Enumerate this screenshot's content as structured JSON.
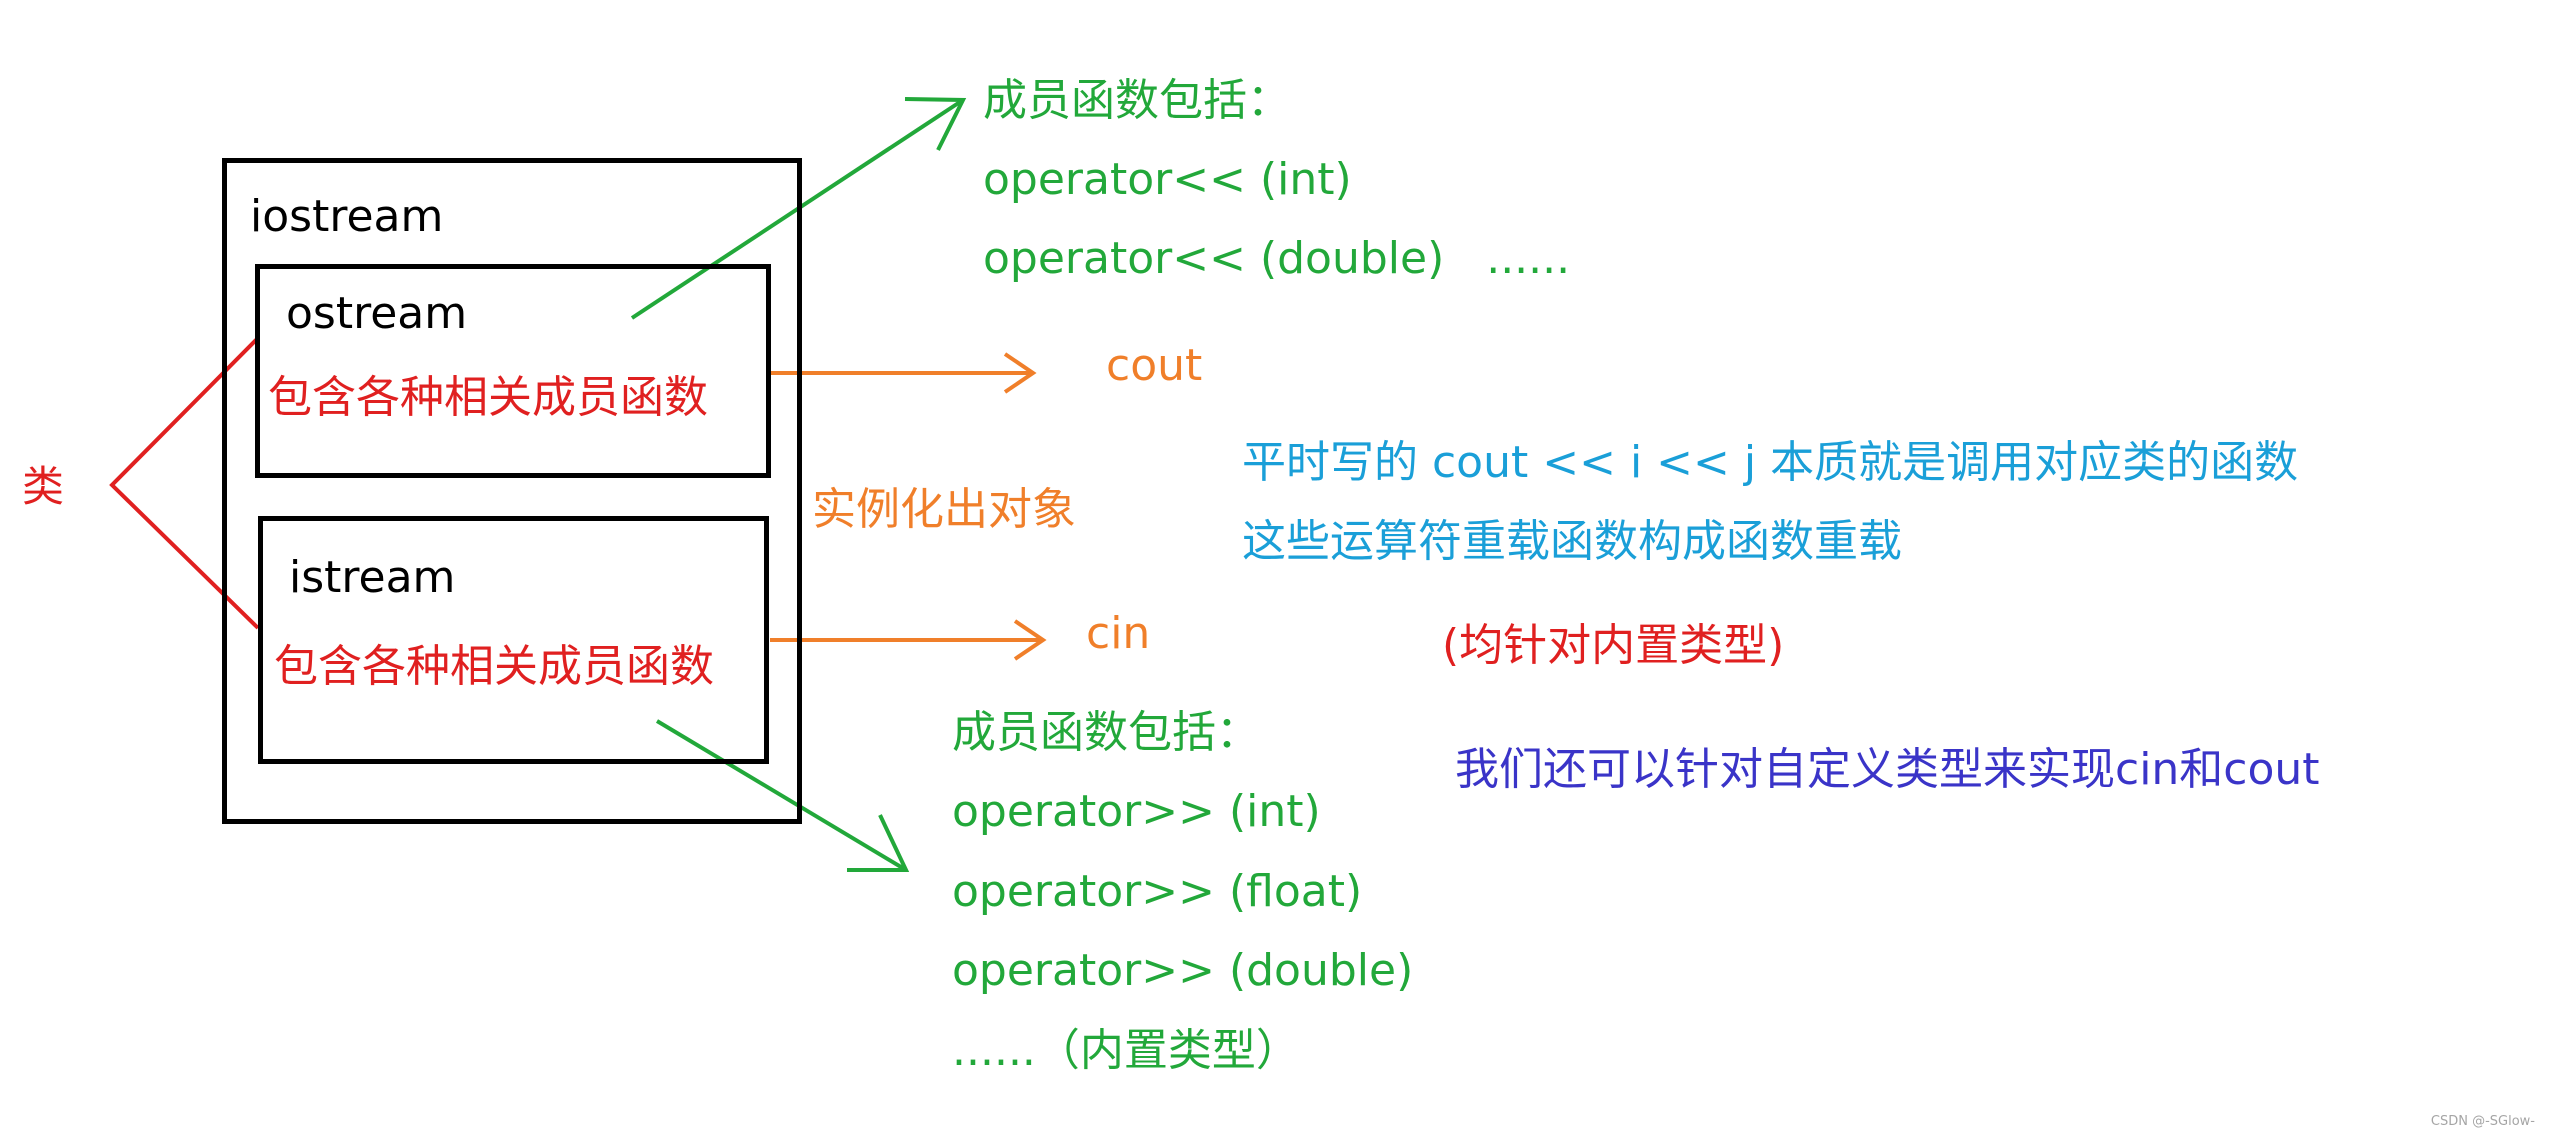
{
  "colors": {
    "box_border": "#000000",
    "class_label": "#e02020",
    "instantiate": "#f07f2a",
    "members": "#22a83a",
    "note": "#1a9fd8",
    "builtin_note": "#e02020",
    "custom_note": "#3a34c8",
    "watermark": "#a5a5a5"
  },
  "left_label": "类",
  "iostream": {
    "title": "iostream",
    "ostream": {
      "title": "ostream",
      "desc": "包含各种相关成员函数"
    },
    "istream": {
      "title": "istream",
      "desc": "包含各种相关成员函数"
    }
  },
  "instantiate_label": "实例化出对象",
  "objects": {
    "cout": "cout",
    "cin": "cin"
  },
  "ostream_members": {
    "heading": "成员函数包括：",
    "items": [
      "operator<< (int)",
      "operator<< (double)   ......"
    ]
  },
  "istream_members": {
    "heading": "成员函数包括：",
    "items": [
      "operator>> (int)",
      "operator>> (float)",
      "operator>> (double)",
      "......（内置类型）"
    ]
  },
  "notes": {
    "line1": "平时写的 cout << i << j 本质就是调用对应类的函数",
    "line2": "这些运算符重载函数构成函数重载",
    "builtin": "(均针对内置类型)",
    "custom": "我们还可以针对自定义类型来实现cin和cout"
  },
  "watermark": "CSDN @-SGlow-"
}
